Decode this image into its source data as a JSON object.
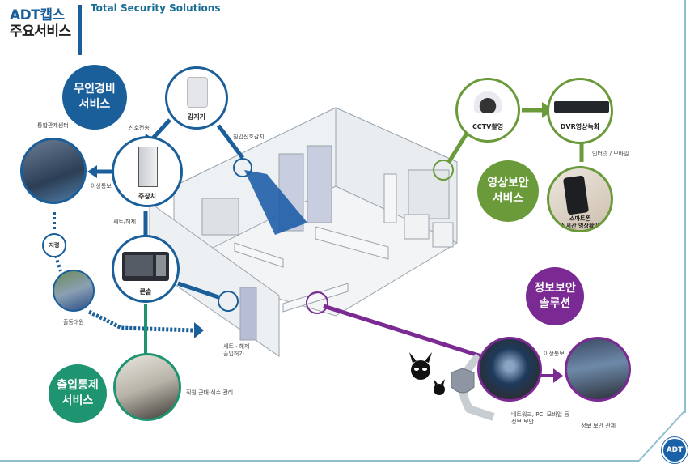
{
  "header": {
    "brand": "ADT캡스",
    "subtitle": "주요서비스",
    "tagline": "Total Security Solutions"
  },
  "colors": {
    "blue": "#1a5e9a",
    "green_access": "#1e9470",
    "green_video": "#6a9a3a",
    "purple": "#7a2a92",
    "frame": "#8fbfce"
  },
  "services": {
    "unmanned": {
      "line1": "무인경비",
      "line2": "서비스"
    },
    "access": {
      "line1": "출입통제",
      "line2": "서비스"
    },
    "video": {
      "line1": "영상보안",
      "line2": "서비스"
    },
    "infosec": {
      "line1": "정보보안",
      "line2": "솔루션"
    }
  },
  "nodes": {
    "sensor": "감지기",
    "controller": "주장치",
    "reader": "콘솔",
    "control_center": "통합관제센터",
    "dispatch": "출동대원",
    "cctv": "CCTV촬영",
    "dvr": "DVR영상녹화",
    "smartphone_line1": "스마트폰",
    "smartphone_line2": "실시간 영상확인",
    "employees": "직원 근태·식수 관리",
    "netsec_line1": "네트워크, PC, 모바일 등",
    "netsec_line2": "정보 보안",
    "sec_control": "정보 보안 관제"
  },
  "edges": {
    "signal_tx": "신호전송",
    "intrusion_detect": "침입신호감지",
    "alarm_notify": "이상통보",
    "order": "지령",
    "set_release": "세트/해제",
    "set_release_entry_line1": "세트 · 해제",
    "set_release_entry_line2": "출입허가",
    "internet_mobile": "인터넷 / 모바일",
    "infosec_alarm": "이상통보"
  },
  "logo": {
    "text": "ADT"
  }
}
